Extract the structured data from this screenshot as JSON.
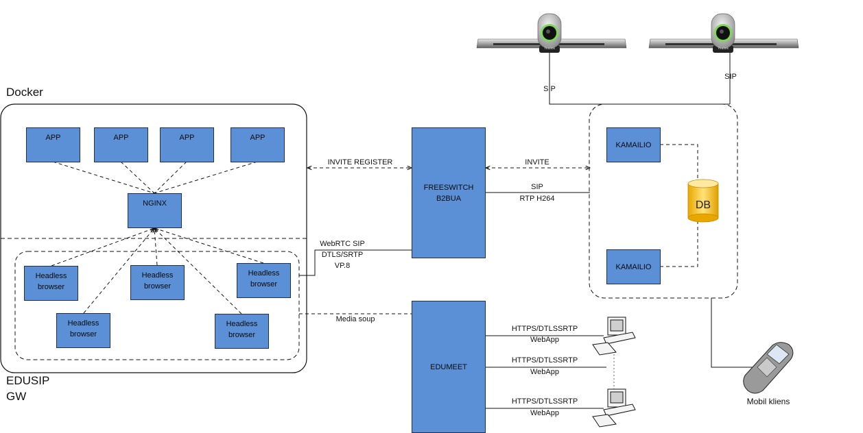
{
  "labels": {
    "docker": "Docker",
    "gw": [
      "EDUSIP",
      "GW"
    ],
    "mobile": "Mobil kliens",
    "db": "DB"
  },
  "boxes": {
    "apps": [
      "APP",
      "APP",
      "APP",
      "APP"
    ],
    "nginx": "NGINX",
    "headless": [
      "Headless browser",
      "Headless browser",
      "Headless browser",
      "Headless browser",
      "Headless browser"
    ],
    "freeswitch": [
      "FREESWITCH",
      "B2BUA"
    ],
    "edumeet": "EDUMEET",
    "kamailio": [
      "KAMAILIO",
      "KAMAILIO"
    ]
  },
  "connections": {
    "invite_register": "INVITE REGISTER",
    "invite": "INVITE",
    "sip_rtp": [
      "SIP",
      "RTP H264"
    ],
    "webrtc": [
      "WebRTC SIP",
      "DTLS/SRTP",
      "VP.8"
    ],
    "media_soup": "Media soup",
    "cam_sip": [
      "SIP",
      "SIP"
    ],
    "https": [
      [
        "HTTPS/DTLSSRTP",
        "WebApp"
      ],
      [
        "HTTPS/DTLSSRTP",
        "WebApp"
      ],
      [
        "HTTPS/DTLSSRTP",
        "WebApp"
      ]
    ]
  },
  "devices": {
    "camera_brand": "Yealink",
    "icons": [
      "video-conference-camera-icon",
      "computer-icon",
      "mobile-phone-icon",
      "database-icon"
    ]
  }
}
